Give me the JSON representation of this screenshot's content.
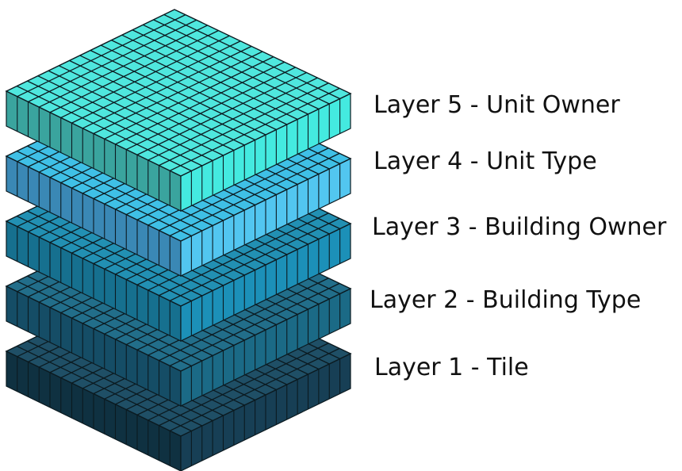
{
  "layers": [
    {
      "label": "Layer 1 - Tile",
      "colors": {
        "top": "#1f4f66",
        "left": "#0f3141",
        "right": "#173f55"
      }
    },
    {
      "label": "Layer 2 - Building Type",
      "colors": {
        "top": "#226e8a",
        "left": "#154d66",
        "right": "#1b6a86"
      }
    },
    {
      "label": "Layer 3 - Building Owner",
      "colors": {
        "top": "#2290b3",
        "left": "#16708f",
        "right": "#1c90b8"
      }
    },
    {
      "label": "Layer 4 - Unit Type",
      "colors": {
        "top": "#3fc0e6",
        "left": "#3a88b5",
        "right": "#52c6f0"
      }
    },
    {
      "label": "Layer 5 - Unit Owner",
      "colors": {
        "top": "#4fe7de",
        "left": "#3aa49e",
        "right": "#44eae0"
      }
    }
  ],
  "grid_divisions": 16,
  "grid_line_color": "#0b1a20"
}
